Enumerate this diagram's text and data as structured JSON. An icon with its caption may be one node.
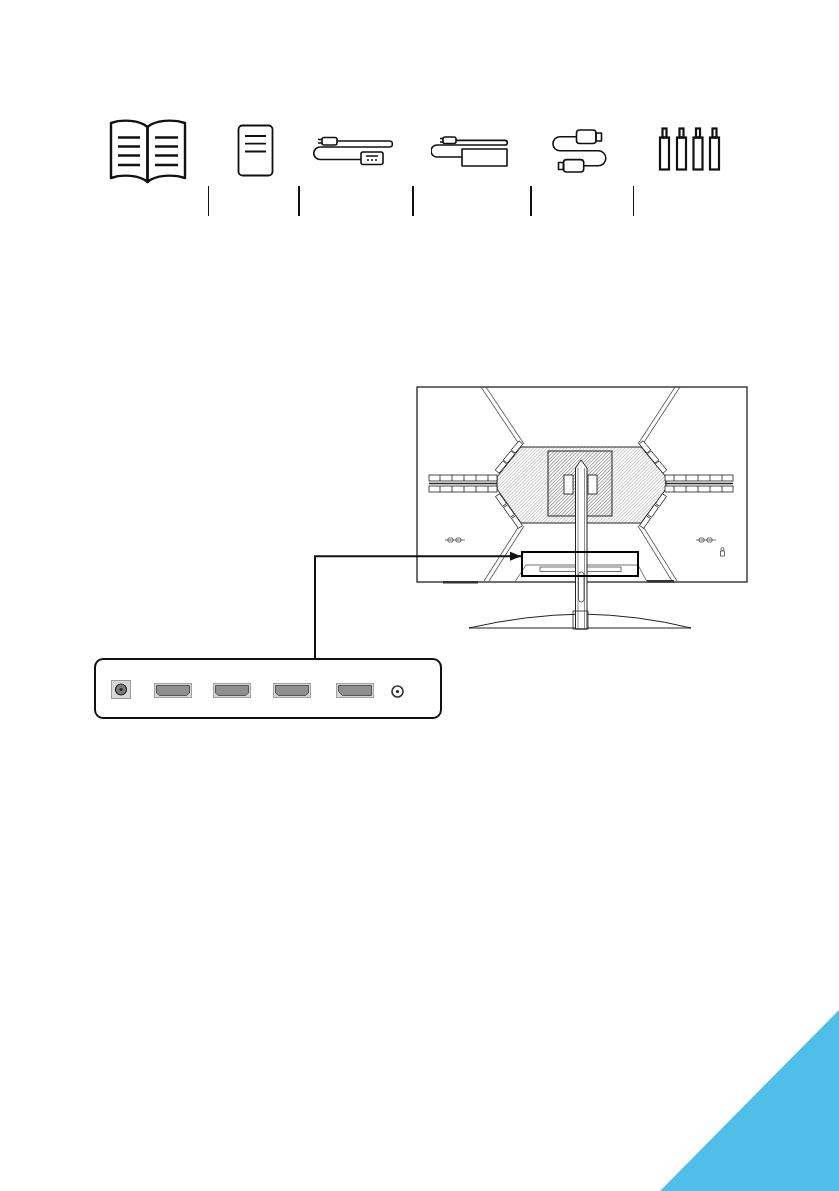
{
  "diagram": {
    "nodes": [
      {
        "text": [],
        "shape": "picture"
      },
      {
        "text": [],
        "shape": "box",
        "in": 0
      },
      {
        "text": [],
        "shape": "box"
      }
    ],
    "edges": [
      {
        "from": 2,
        "to": 1,
        "arrow": "to"
      }
    ]
  }
}
